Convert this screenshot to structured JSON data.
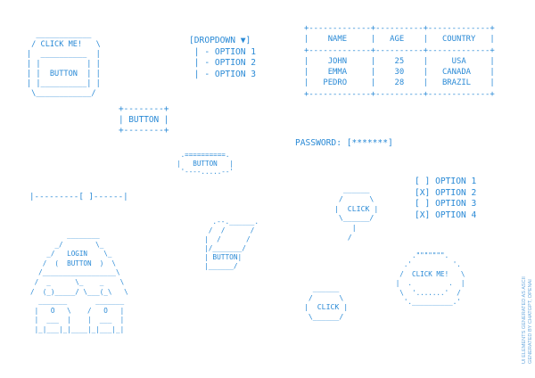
{
  "click_me_panel": "  ____________\n / CLICK ME!   \\\n|  __________  |\n| |          | |\n| |  BUTTON  | |\n| |__________| |\n \\____________/",
  "dropdown": "[DROPDOWN ▼]\n | - OPTION 1\n | - OPTION 2\n | - OPTION 3",
  "table": "+-------------+----------+-------------+\n|    NAME     |   AGE    |   COUNTRY   |\n+-------------+----------+-------------+\n|    JOHN     |    25    |     USA     |\n|    EMMA     |    30    |   CANADA    |\n|   PEDRO     |    28    |   BRAZIL    |\n+-------------+----------+-------------+",
  "button_box": "+--------+\n| BUTTON |\n+--------+",
  "password": "PASSWORD: [*******]",
  "dashed_button": " .==========.\n|   BUTTON   |\n '----.....--'",
  "slider": "|---------[ ]------|",
  "checklist": "[ ] OPTION 1\n[X] OPTION 2\n[ ] OPTION 3\n[X] OPTION 4",
  "click_octagon": "  ______\n /      \\\n|  CLICK |\n \\______/\n    |\n   /",
  "parallelogram": "  .--.______.\n /  /      /\n|  /      /\n|/_______/\n| BUTTON|\n|______/",
  "login_house": "         ________\n      _/        \\_\n    _/   LOGIN    \\_\n   /  (  BUTTON  )  \\\n  /__________________\\\n /  _      \\_    _    \\\n/  (_)_____/ \\___(_\\   \\\n  _______       _______\n |   O   \\    /   O   |\n |  ___  |    |  ___  |\n |_|___|_|____|_|___|_|",
  "click_me_circle": "       .\"\"\"\"\"\"\".\n     .'          '.\n    /  CLICK ME!   \\\n   |  .         .  |\n    \\  '.......'  /\n     '.__________.'",
  "click_small": "   ______\n  /      \\\n |  CLICK |\n  \\______/",
  "footer_credit": "UI ELEMENTS GENERATED AS ASCII\nGENERATED BY CHATGPT, OPENAI"
}
